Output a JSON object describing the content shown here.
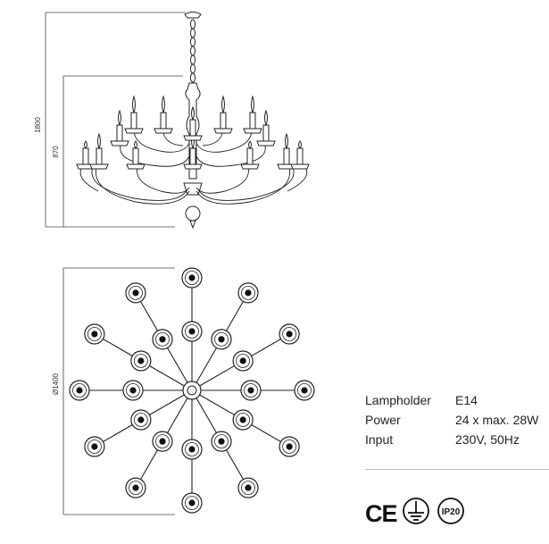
{
  "dimensions": {
    "total_height": "1800",
    "body_height": "870",
    "diameter": "Ø1400"
  },
  "specs": {
    "lampholder": {
      "label": "Lampholder",
      "value": "E14"
    },
    "power": {
      "label": "Power",
      "value": "24 x max. 28W"
    },
    "input": {
      "label": "Input",
      "value": "230V, 50Hz"
    }
  },
  "certifications": {
    "ce_mark": "CE",
    "ip_rating": "IP20"
  },
  "icons": {
    "ce": "ce-mark-icon",
    "ground": "protective-earth-icon",
    "ip": "ip20-badge-icon"
  },
  "colors": {
    "line": "#222222",
    "dimension_line": "#444444",
    "rule": "#bbbbbb"
  }
}
